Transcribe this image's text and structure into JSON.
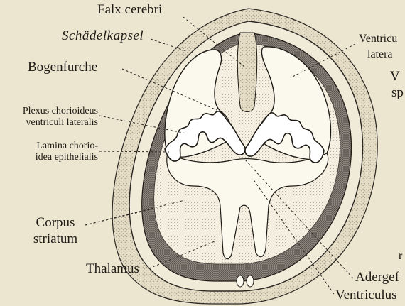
{
  "labels": {
    "falx": "Falx cerebri",
    "schaedelkapsel": "Schädelkapsel",
    "bogenfurche": "Bogenfurche",
    "plexus_line1": "Plexus chorioideus",
    "plexus_line2": "ventriculi lateralis",
    "lamina_line1": "Lamina chorio-",
    "lamina_line2": "idea epithelialis",
    "corpus_line1": "Corpus",
    "corpus_line2": "striatum",
    "thalamus": "Thalamus",
    "ventriculus_lat_line1": "Ventricu",
    "ventriculus_lat_line2": "latera",
    "partial_v": "V",
    "partial_sp": "sp",
    "adergef": "Adergef",
    "ventriculus": "Ventriculus",
    "margin_mark": "r"
  },
  "colors": {
    "paper": "#ece5d0",
    "ink": "#1e1a16",
    "dark_tissue": "#6f6a63",
    "light_tissue": "#f5f0e2"
  }
}
